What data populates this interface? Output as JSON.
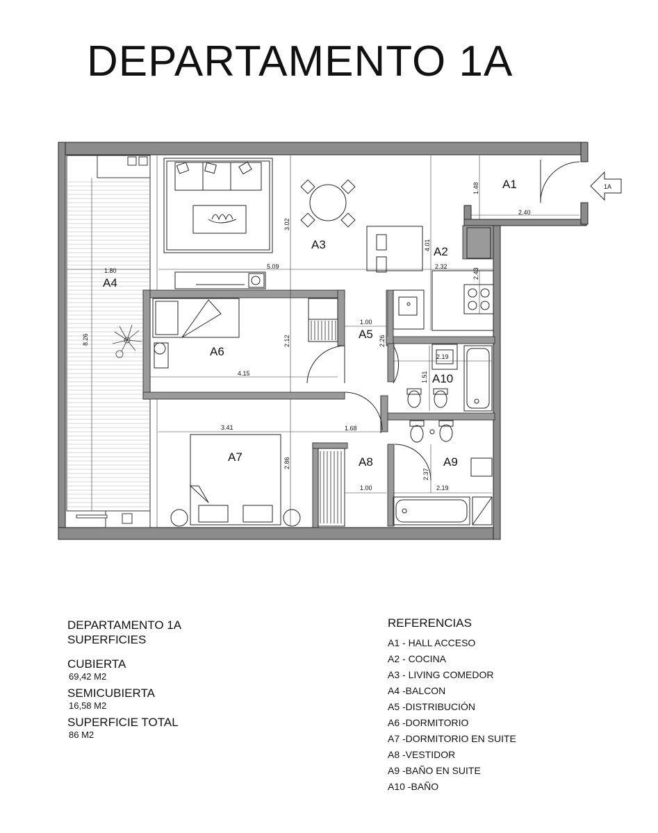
{
  "title": "DEPARTAMENTO 1A",
  "entry_tag": "1A",
  "rooms": {
    "A1": "A1",
    "A2": "A2",
    "A3": "A3",
    "A4": "A4",
    "A5": "A5",
    "A6": "A6",
    "A7": "A7",
    "A8": "A8",
    "A9": "A9",
    "A10": "A10"
  },
  "dimensions": {
    "d_1_48": "1.48",
    "d_2_40": "2.40",
    "d_3_02": "3.02",
    "d_4_01": "4.01",
    "d_2_32": "2.32",
    "d_2_43": "2.43",
    "d_1_80": "1.80",
    "d_5_09": "5.09",
    "d_8_26": "8.26",
    "d_2_12": "2.12",
    "d_1_00_a": "1.00",
    "d_2_26": "2.26",
    "d_2_19_a": "2.19",
    "d_1_51": "1.51",
    "d_4_15": "4.15",
    "d_3_41": "3.41",
    "d_1_68": "1.68",
    "d_2_86": "2.86",
    "d_2_37": "2.37",
    "d_1_00_b": "1.00",
    "d_2_19_b": "2.19"
  },
  "summary": {
    "heading": "DEPARTAMENTO 1A",
    "subheading": "SUPERFICIES",
    "cubierta_label": "CUBIERTA",
    "cubierta_value": "69,42 M2",
    "semicubierta_label": "SEMICUBIERTA",
    "semicubierta_value": "16,58 M2",
    "total_label": "SUPERFICIE TOTAL",
    "total_value": "86 M2"
  },
  "references": {
    "heading": "REFERENCIAS",
    "items": [
      "A1 - HALL ACCESO",
      "A2 - COCINA",
      "A3 - LIVING COMEDOR",
      "A4 -BALCON",
      "A5 -DISTRIBUCIÓN",
      "A6 -DORMITORIO",
      "A7 -DORMITORIO EN SUITE",
      "A8 -VESTIDOR",
      "A9 -BAÑO EN SUITE",
      "A10 -BAÑO"
    ]
  }
}
